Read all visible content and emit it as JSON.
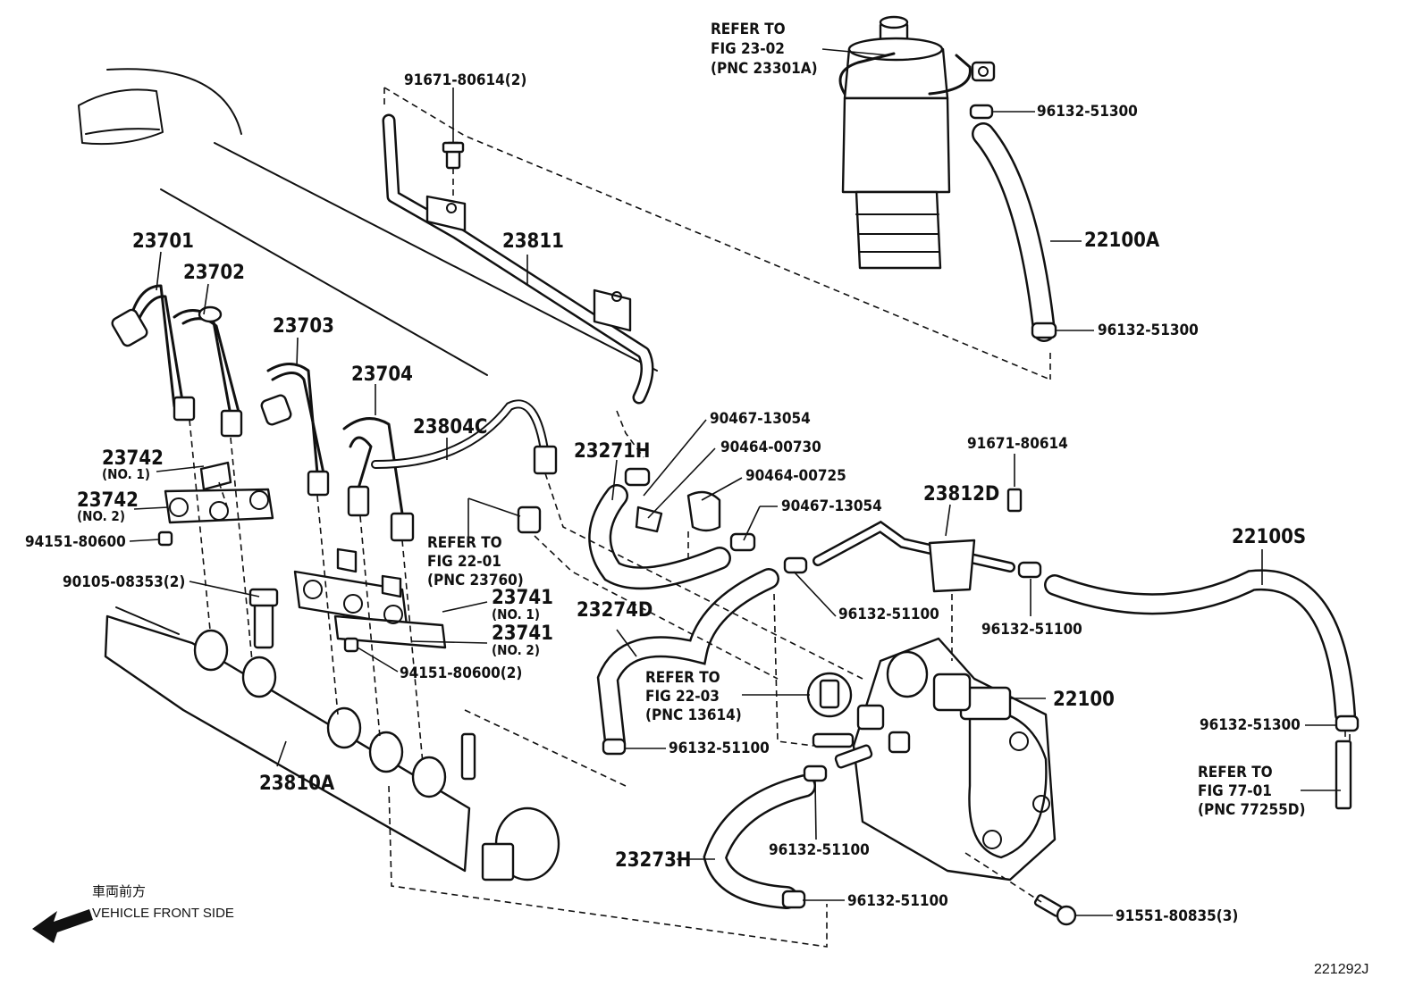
{
  "diagram_code": "221292J",
  "direction": {
    "jp": "車両前方",
    "en": "VEHICLE FRONT SIDE"
  },
  "parts": {
    "p91671_2": "91671-80614(2)",
    "p91671": "91671-80614",
    "p96132_51300_top": "96132-51300",
    "p22100A": "22100A",
    "p96132_51300_mid": "96132-51300",
    "p23811": "23811",
    "p23701": "23701",
    "p23702": "23702",
    "p23703": "23703",
    "p23704": "23704",
    "p23804C": "23804C",
    "p23271H": "23271H",
    "p90467_13054_a": "90467-13054",
    "p90464_00730": "90464-00730",
    "p90464_00725": "90464-00725",
    "p90467_13054_b": "90467-13054",
    "p23812D": "23812D",
    "p22100S": "22100S",
    "p23742_1": "23742",
    "p23742_1_sub": "(NO. 1)",
    "p23742_2": "23742",
    "p23742_2_sub": "(NO. 2)",
    "p94151": "94151-80600",
    "p90105": "90105-08353(2)",
    "p23741_1": "23741",
    "p23741_1_sub": "(NO. 1)",
    "p23741_2": "23741",
    "p23741_2_sub": "(NO. 2)",
    "p94151_2": "94151-80600(2)",
    "p23274D": "23274D",
    "p96132_51100_a": "96132-51100",
    "p96132_51100_b": "96132-51100",
    "p22100": "22100",
    "p96132_51100_c": "96132-51100",
    "p96132_51300_right": "96132-51300",
    "p96132_51100_d": "96132-51100",
    "p23810A": "23810A",
    "p23273H": "23273H",
    "p96132_51100_e": "96132-51100",
    "p91551": "91551-80835(3)"
  },
  "refs": {
    "fig2302": {
      "l1": "REFER TO",
      "l2": "FIG 23-02",
      "l3": "(PNC 23301A)"
    },
    "fig2201": {
      "l1": "REFER TO",
      "l2": "FIG 22-01",
      "l3": "(PNC 23760)"
    },
    "fig2203": {
      "l1": "REFER TO",
      "l2": "FIG 22-03",
      "l3": "(PNC 13614)"
    },
    "fig7701": {
      "l1": "REFER TO",
      "l2": "FIG 77-01",
      "l3": "(PNC 77255D)"
    }
  }
}
